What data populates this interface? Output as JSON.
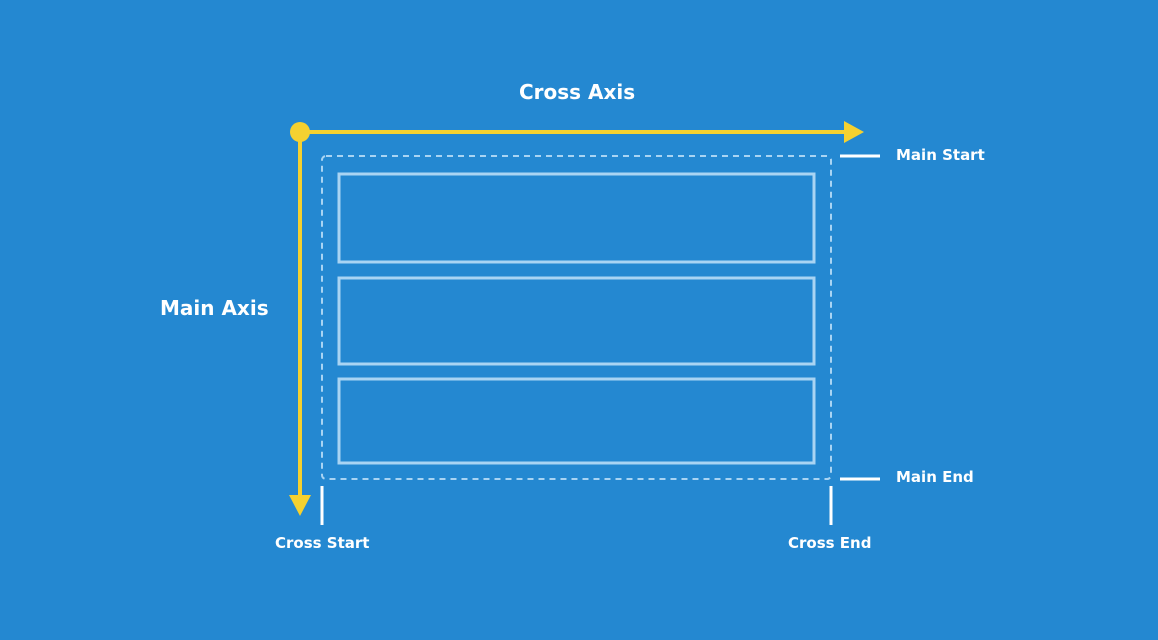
{
  "labels": {
    "cross_axis": "Cross Axis",
    "main_axis": "Main Axis",
    "main_start": "Main Start",
    "main_end": "Main End",
    "cross_start": "Cross Start",
    "cross_end": "Cross End"
  },
  "colors": {
    "background": "#2488d1",
    "axis": "#f5d130",
    "item_border": "#a9d4f3",
    "container_border": "#a9d4f3",
    "text": "#ffffff",
    "tick": "#ffffff"
  },
  "flex_items": [
    "item-1",
    "item-2",
    "item-3"
  ]
}
